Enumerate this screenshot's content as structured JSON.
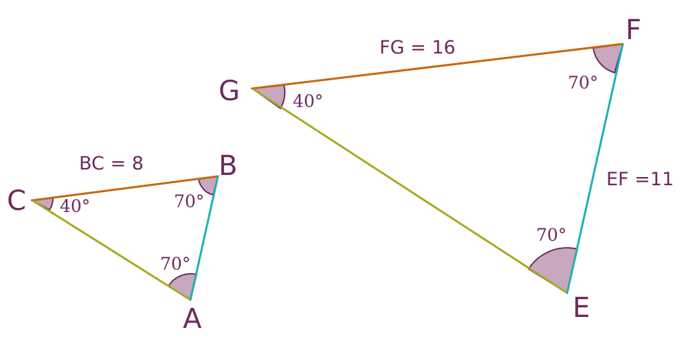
{
  "small_triangle": {
    "vertices": {
      "a": "A",
      "b": "B",
      "c": "C"
    },
    "angles": {
      "at_c": "40°",
      "at_b": "70°",
      "at_a": "70°"
    },
    "side_label": "BC = 8"
  },
  "large_triangle": {
    "vertices": {
      "e": "E",
      "f": "F",
      "g": "G"
    },
    "angles": {
      "at_g": "40°",
      "at_f": "70°",
      "at_e": "70°"
    },
    "side_fg": "FG = 16",
    "side_ef": "EF =11"
  },
  "colors": {
    "top_side": "#c8650f",
    "bottom_side": "#a8a822",
    "right_side": "#1fb0b5",
    "angle_fill": "#c7a8bf",
    "text": "#6b2a5e"
  }
}
